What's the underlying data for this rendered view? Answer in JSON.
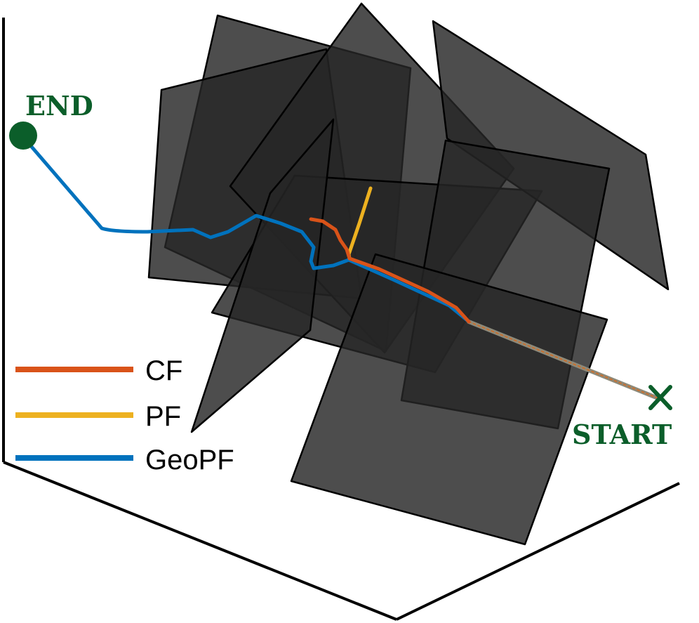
{
  "markers": {
    "end": {
      "label": "END",
      "color": "#0b5e2a"
    },
    "start": {
      "label": "START",
      "color": "#0b5e2a"
    }
  },
  "legend": [
    {
      "label": "CF",
      "color": "#d95319"
    },
    {
      "label": "PF",
      "color": "#edb120"
    },
    {
      "label": "GeoPF",
      "color": "#0072bd"
    }
  ],
  "colors": {
    "obstacle_fill": "#2b2b2b",
    "axis": "#000000"
  }
}
